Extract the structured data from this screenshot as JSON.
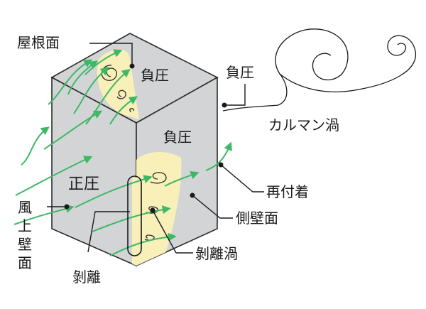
{
  "labels": {
    "roof": "屋根面",
    "roof_negative": "負圧",
    "top_right_negative": "負圧",
    "side_negative": "負圧",
    "karman_vortex": "カルマン渦",
    "reattachment": "再付着",
    "positive_pressure": "正圧",
    "windward_wall": [
      "風",
      "上",
      "壁",
      "面"
    ],
    "side_wall": "側壁面",
    "separation_vortex": "剝離渦",
    "separation": "剝離"
  },
  "colors": {
    "building_face": "#d3d4d6",
    "building_edge": "#2b2b2b",
    "wind_arrow": "#3db865",
    "vortex_zone": "#f8efb9",
    "line": "#1a1a1a"
  },
  "icons": {
    "wind_arrow": "green-arrow-icon",
    "vortex": "spiral-icon"
  }
}
